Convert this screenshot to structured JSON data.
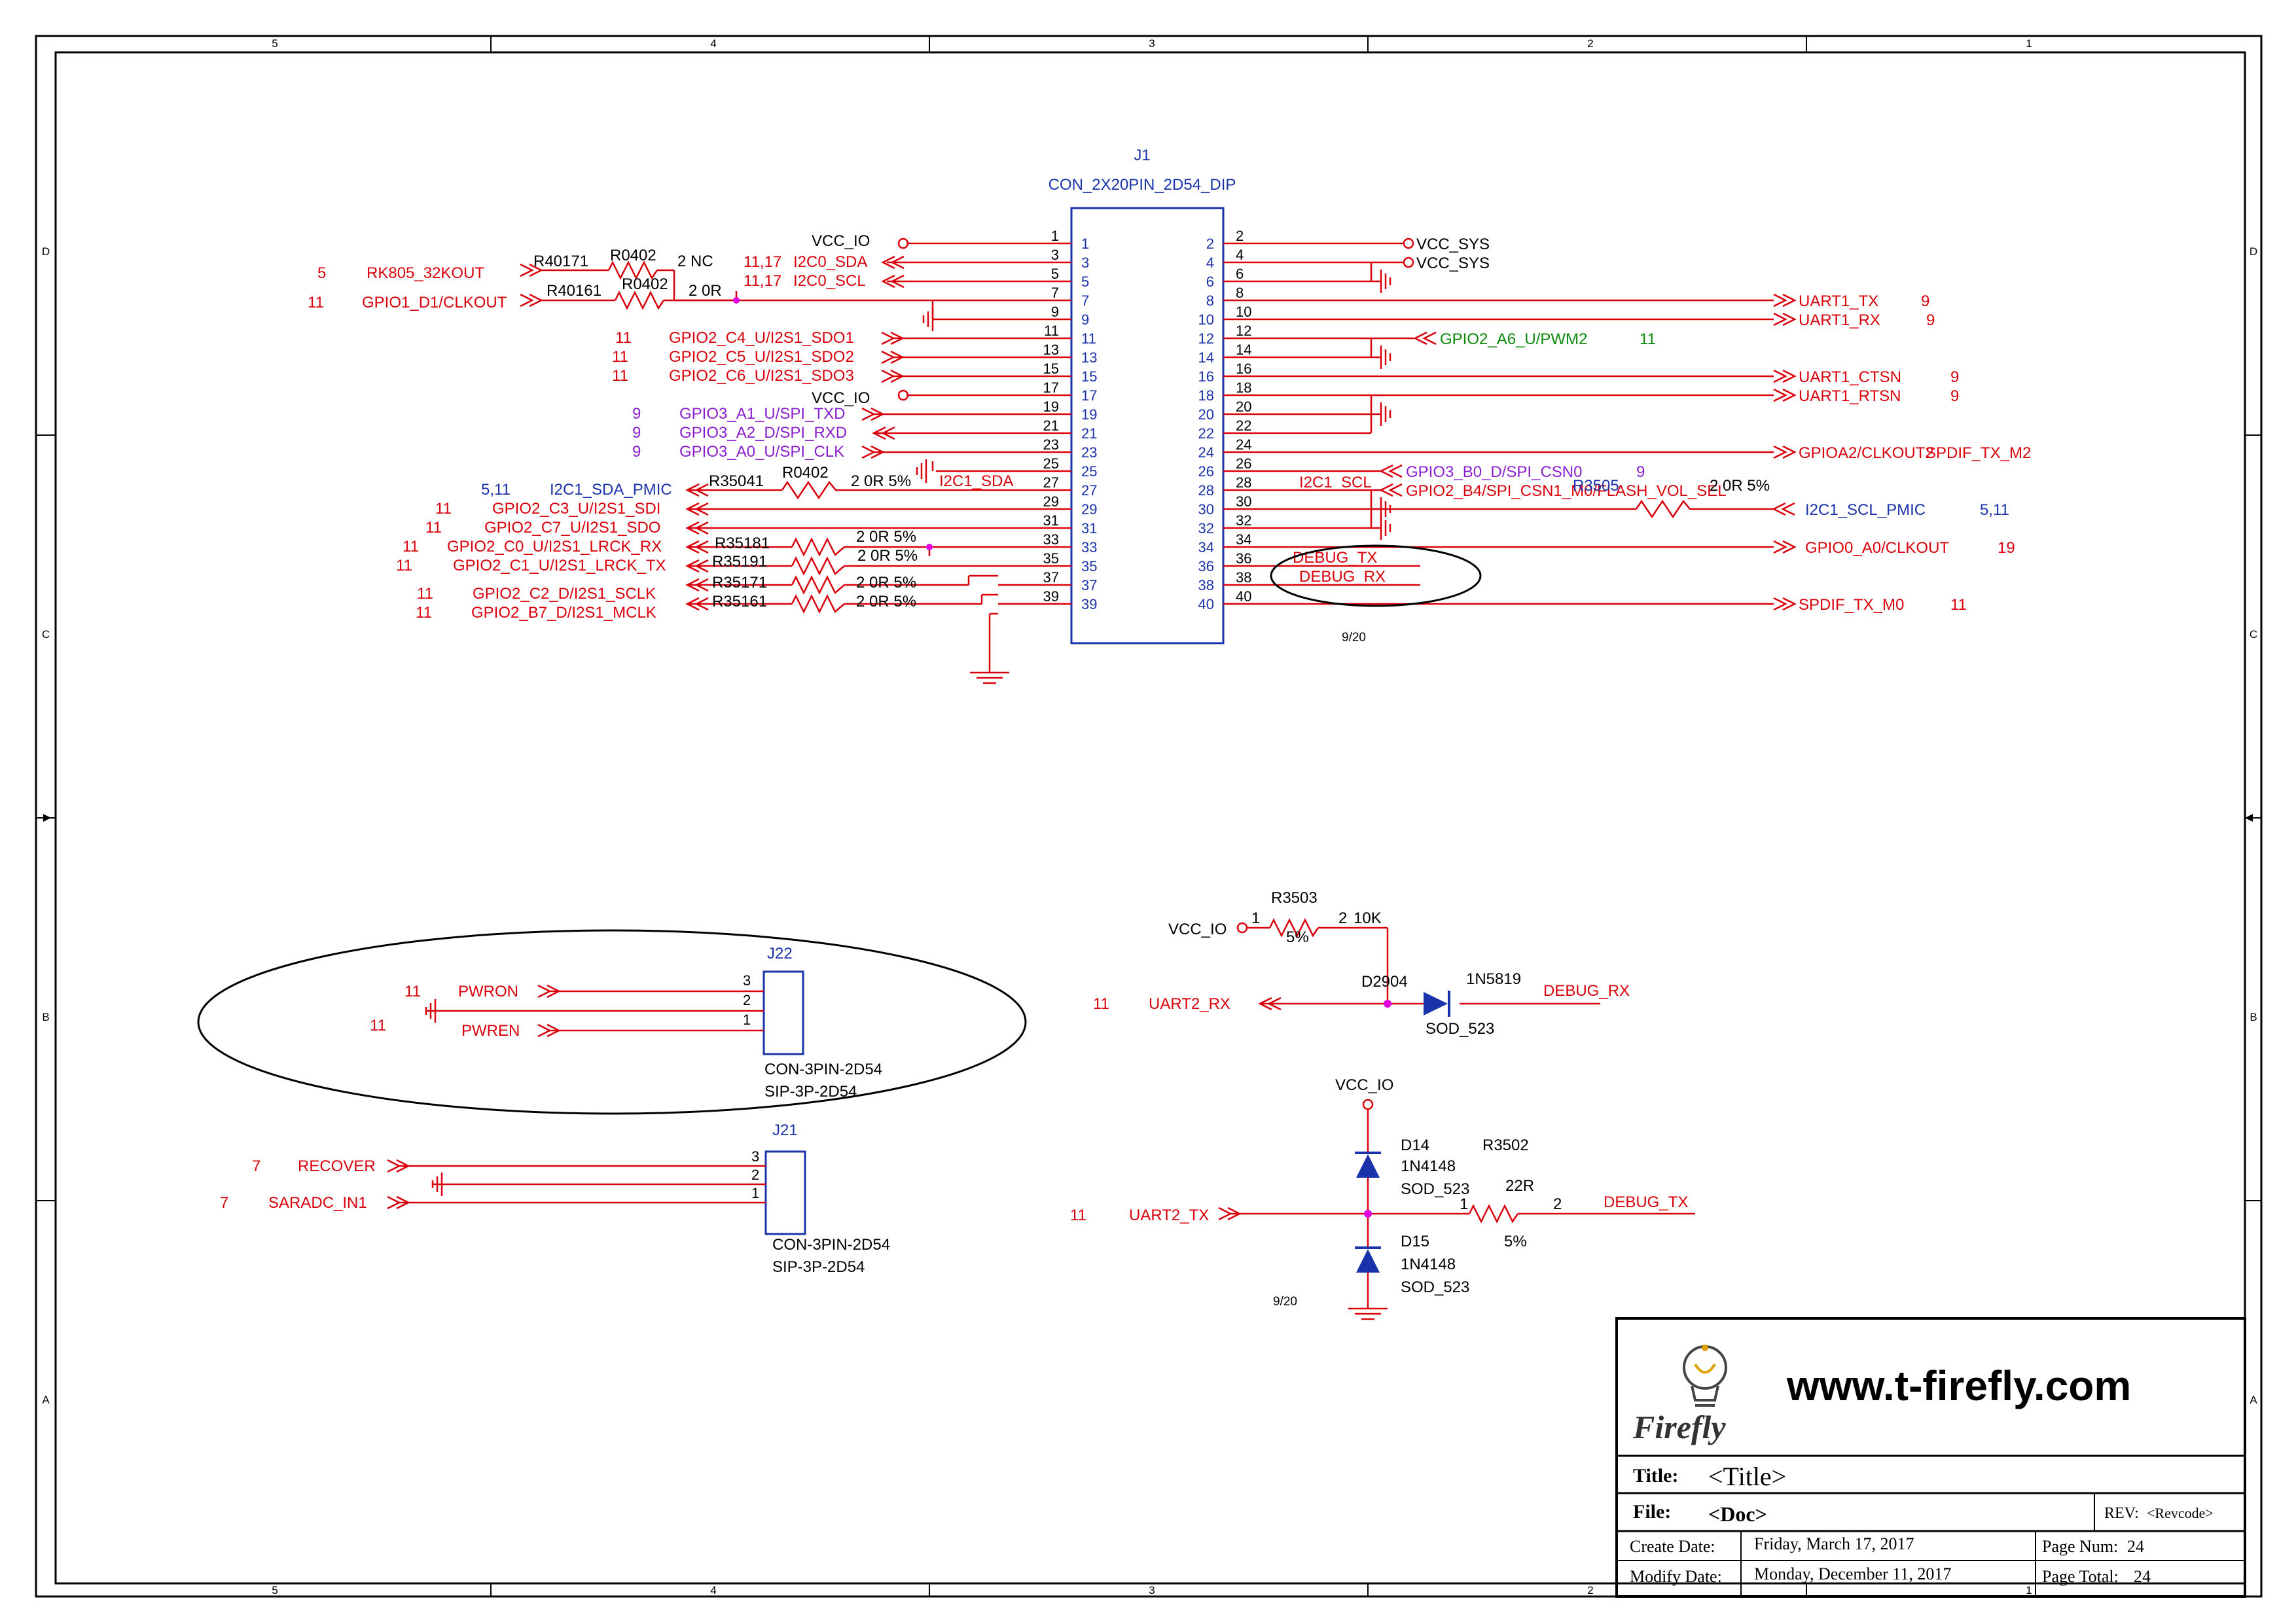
{
  "frame": {
    "columns_top": [
      "5",
      "4",
      "3",
      "2",
      "1"
    ],
    "columns_bottom": [
      "5",
      "4",
      "3",
      "2",
      "1"
    ],
    "rows_left": [
      "D",
      "C",
      "B",
      "A"
    ],
    "rows_right": [
      "D",
      "C",
      "B",
      "A"
    ]
  },
  "colors": {
    "wire": "#d9000b",
    "pin": "#d9000b",
    "body": "#1a33aa",
    "label_blue": "#1a33aa",
    "label_purple": "#8a1fd0",
    "label_green": "#0a8a0a",
    "junction": "#e000e0",
    "frame": "#000000"
  },
  "j1": {
    "ref": "J1",
    "value": "CON_2X20PIN_2D54_DIP",
    "odd_pins": [
      "1",
      "3",
      "5",
      "7",
      "9",
      "11",
      "13",
      "15",
      "17",
      "19",
      "21",
      "23",
      "25",
      "27",
      "29",
      "31",
      "33",
      "35",
      "37",
      "39"
    ],
    "even_pins": [
      "2",
      "4",
      "6",
      "8",
      "10",
      "12",
      "14",
      "16",
      "18",
      "20",
      "22",
      "24",
      "26",
      "28",
      "30",
      "32",
      "34",
      "36",
      "38",
      "40"
    ],
    "left_nets": [
      {
        "page": "",
        "name": "VCC_IO",
        "pin": "1"
      },
      {
        "page": "11,17",
        "name": "I2C0_SDA",
        "pin": "3"
      },
      {
        "page": "11,17",
        "name": "I2C0_SCL",
        "pin": "5"
      },
      {
        "page": "11",
        "name": "GPIO2_C4_U/I2S1_SDO1",
        "pin": "11"
      },
      {
        "page": "11",
        "name": "GPIO2_C5_U/I2S1_SDO2",
        "pin": "13"
      },
      {
        "page": "11",
        "name": "GPIO2_C6_U/I2S1_SDO3",
        "pin": "15"
      },
      {
        "page": "",
        "name": "VCC_IO",
        "pin": "17"
      },
      {
        "page": "9",
        "name": "GPIO3_A1_U/SPI_TXD",
        "pin": "19"
      },
      {
        "page": "9",
        "name": "GPIO3_A2_D/SPI_RXD",
        "pin": "21"
      },
      {
        "page": "9",
        "name": "GPIO3_A0_U/SPI_CLK",
        "pin": "23"
      },
      {
        "page": "5,11",
        "name": "I2C1_SDA_PMIC",
        "pin": "27"
      },
      {
        "page": "11",
        "name": "GPIO2_C3_U/I2S1_SDI",
        "pin": "29"
      },
      {
        "page": "11",
        "name": "GPIO2_C7_U/I2S1_SDO",
        "pin": "31"
      },
      {
        "page": "11",
        "name": "GPIO2_C0_U/I2S1_LRCK_RX",
        "pin": "33"
      },
      {
        "page": "11",
        "name": "GPIO2_C1_U/I2S1_LRCK_TX",
        "pin": "35"
      },
      {
        "page": "11",
        "name": "GPIO2_C2_D/I2S1_SCLK",
        "pin": "37"
      },
      {
        "page": "11",
        "name": "GPIO2_B7_D/I2S1_MCLK",
        "pin": "39"
      }
    ],
    "right_nets": [
      {
        "name": "VCC_SYS",
        "page": ""
      },
      {
        "name": "VCC_SYS",
        "page": ""
      },
      {
        "name": "UART1_TX",
        "page": "9"
      },
      {
        "name": "UART1_RX",
        "page": "9"
      },
      {
        "name": "GPIO2_A6_U/PWM2",
        "page": "11"
      },
      {
        "name": "UART1_CTSN",
        "page": "9"
      },
      {
        "name": "UART1_RTSN",
        "page": "9"
      },
      {
        "name": "GPIOA2/CLKOUT2",
        "page": ""
      },
      {
        "name": "SPDIF_TX_M2",
        "page": ""
      },
      {
        "name": "GPIO3_B0_D/SPI_CSN0",
        "page": "9"
      },
      {
        "name": "GPIO2_B4/SPI_CSN1_M0/FLASH_VOL_SEL",
        "page": ""
      },
      {
        "name": "I2C1_SCL_PMIC",
        "page": "5,11"
      },
      {
        "name": "GPIO0_A0/CLKOUT",
        "page": "19"
      },
      {
        "name": "SPDIF_TX_M0",
        "page": "11"
      }
    ],
    "inner_labels": [
      "I2C1_SDA",
      "I2C1_SCL",
      "DEBUG_TX",
      "DEBUG_RX"
    ],
    "date_note": "9/20"
  },
  "left_inputs": [
    {
      "page": "5",
      "name": "RK805_32KOUT"
    },
    {
      "page": "11",
      "name": "GPIO1_D1/CLKOUT"
    }
  ],
  "resistors": {
    "r4017": {
      "ref": "R40171",
      "pkg": "R0402",
      "pin2": "2 NC"
    },
    "r4016": {
      "ref": "R40161",
      "pkg": "R0402",
      "pin2": "2 0R"
    },
    "r3504": {
      "ref": "R35041",
      "pkg": "R0402",
      "value": "2 0R 5%"
    },
    "r3505": {
      "ref": "R3505",
      "value": "2 0R 5%"
    },
    "r3518": {
      "ref": "R35181",
      "value": "2 0R 5%"
    },
    "r3519": {
      "ref": "R35191",
      "value": "2 0R 5%"
    },
    "r3517": {
      "ref": "R35171",
      "value": "2 0R 5%"
    },
    "r3516": {
      "ref": "R35161",
      "value": "2 0R 5%"
    }
  },
  "j22": {
    "ref": "J22",
    "value": "CON-3PIN-2D54",
    "footprint": "SIP-3P-2D54",
    "pins": [
      "3",
      "2",
      "1"
    ],
    "nets": [
      {
        "page": "11",
        "name": "PWRON"
      },
      {
        "page": "11",
        "name": "PWREN"
      }
    ]
  },
  "j21": {
    "ref": "J21",
    "value": "CON-3PIN-2D54",
    "footprint": "SIP-3P-2D54",
    "pins": [
      "3",
      "2",
      "1"
    ],
    "nets": [
      {
        "page": "7",
        "name": "RECOVER"
      },
      {
        "page": "7",
        "name": "SARADC_IN1"
      }
    ]
  },
  "debug_rx_circuit": {
    "vcc": "VCC_IO",
    "resistor": {
      "ref": "R3503",
      "pin1": "1",
      "pin2": "2",
      "value": "10K",
      "tol": "5%"
    },
    "diode": {
      "ref": "D2904",
      "value": "1N5819",
      "pkg": "SOD_523"
    },
    "input": {
      "page": "11",
      "name": "UART2_RX"
    },
    "output": "DEBUG_RX"
  },
  "debug_tx_circuit": {
    "vcc": "VCC_IO",
    "d14": {
      "ref": "D14",
      "value": "1N4148",
      "pkg": "SOD_523"
    },
    "d15": {
      "ref": "D15",
      "value": "1N4148",
      "pkg": "SOD_523"
    },
    "resistor": {
      "ref": "R3502",
      "pin1": "1",
      "pin2": "2",
      "value": "22R",
      "tol": "5%"
    },
    "input": {
      "page": "11",
      "name": "UART2_TX"
    },
    "output": "DEBUG_TX",
    "date_note": "9/20"
  },
  "title_block": {
    "logo_text": "Firefly",
    "website": "www.t-firefly.com",
    "title_label": "Title:",
    "title_value": "<Title>",
    "file_label": "File:",
    "file_value": "<Doc>",
    "rev_label": "REV:",
    "rev_value": "<Revcode>",
    "create_label": "Create Date:",
    "create_value": "Friday, March 17, 2017",
    "modify_label": "Modify Date:",
    "modify_value": "Monday, December 11, 2017",
    "page_num_label": "Page Num:",
    "page_num_value": "24",
    "page_total_label": "Page Total:",
    "page_total_value": "24"
  }
}
